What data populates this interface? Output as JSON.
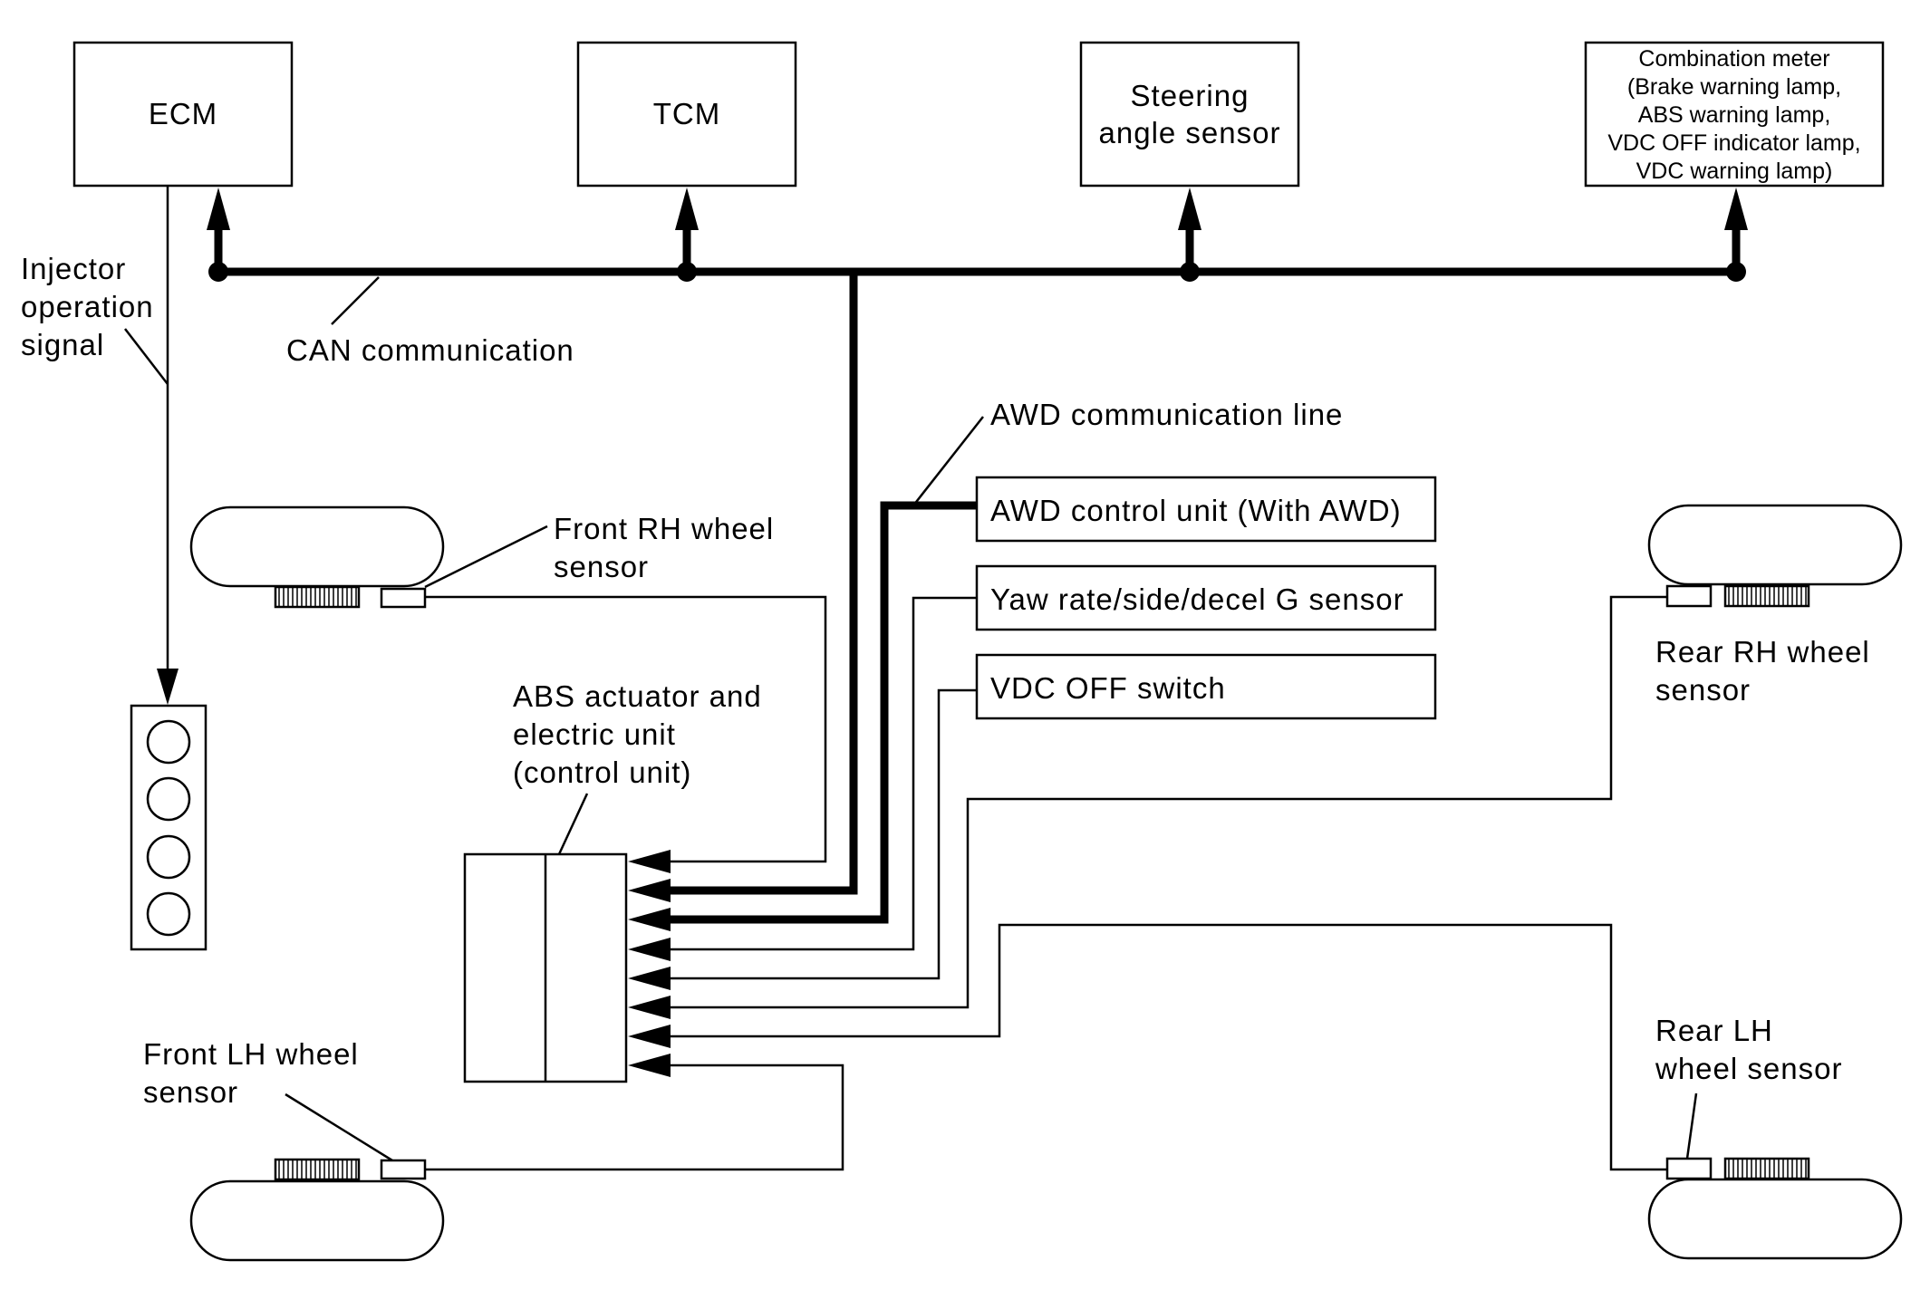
{
  "ecm": {
    "label": "ECM"
  },
  "tcm": {
    "label": "TCM"
  },
  "steering": {
    "line1": "Steering",
    "line2": "angle sensor"
  },
  "combination_meter": {
    "lines": [
      "Combination meter",
      "(Brake warning lamp,",
      "ABS warning lamp,",
      "VDC OFF indicator lamp,",
      "VDC warning lamp)"
    ]
  },
  "injector_signal": {
    "lines": [
      "Injector",
      "operation",
      "signal"
    ]
  },
  "can_label": "CAN communication",
  "awd_line_label": "AWD communication line",
  "awd_control": {
    "label": "AWD control unit (With AWD)"
  },
  "yaw_sensor": {
    "label": "Yaw rate/side/decel G sensor"
  },
  "vdc_switch": {
    "label": "VDC OFF switch"
  },
  "abs_unit": {
    "lines": [
      "ABS actuator and",
      "electric unit",
      "(control unit)"
    ]
  },
  "front_rh": {
    "lines": [
      "Front RH wheel",
      "sensor"
    ]
  },
  "front_lh": {
    "lines": [
      "Front LH wheel",
      "sensor"
    ]
  },
  "rear_rh": {
    "lines": [
      "Rear RH wheel",
      "sensor"
    ]
  },
  "rear_lh": {
    "lines": [
      "Rear LH",
      "wheel sensor"
    ]
  }
}
